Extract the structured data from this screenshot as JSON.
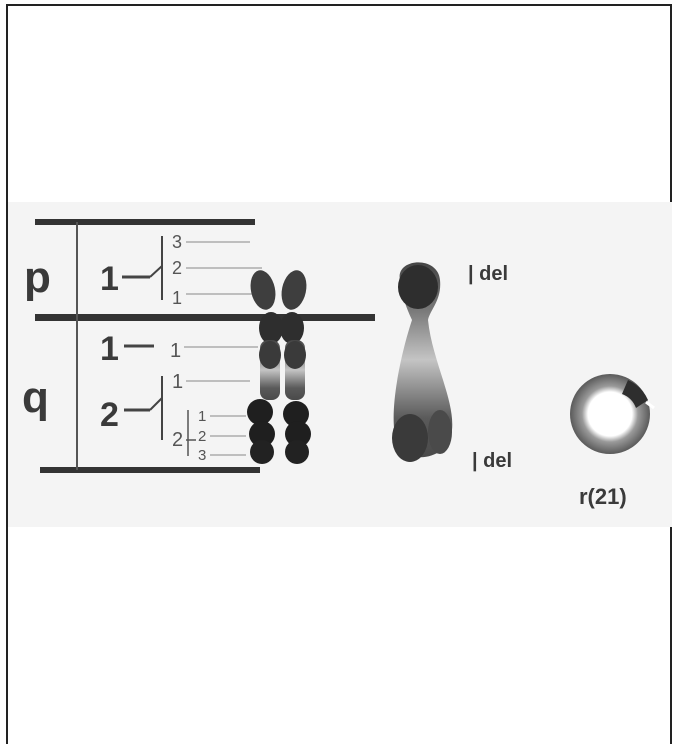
{
  "diagram": {
    "arm_labels": {
      "p": "p",
      "q": "q"
    },
    "p_arm": {
      "region": "1",
      "bands": [
        "3",
        "2",
        "1"
      ]
    },
    "q_arm": {
      "region1": {
        "label": "1",
        "band": "1"
      },
      "region2": {
        "label": "2",
        "bands": [
          "1",
          "2"
        ],
        "subbands": [
          "1",
          "2",
          "3"
        ]
      }
    },
    "deletion_labels": {
      "top": "| del",
      "bottom": "| del"
    },
    "ring_label": "r(21)"
  }
}
